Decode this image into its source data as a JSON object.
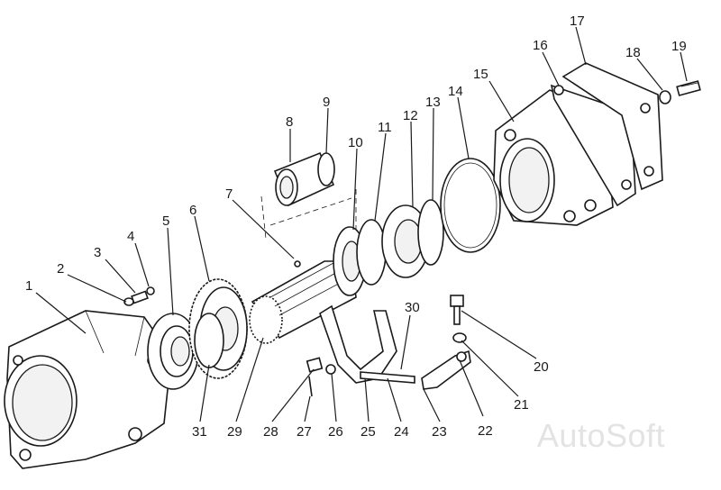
{
  "labels": {
    "n1": "1",
    "n2": "2",
    "n3": "3",
    "n4": "4",
    "n5": "5",
    "n6": "6",
    "n7": "7",
    "n8": "8",
    "n9": "9",
    "n10": "10",
    "n11": "11",
    "n12": "12",
    "n13": "13",
    "n14": "14",
    "n15": "15",
    "n16": "16",
    "n17": "17",
    "n18": "18",
    "n19": "19",
    "n20": "20",
    "n21": "21",
    "n22": "22",
    "n23": "23",
    "n24": "24",
    "n25": "25",
    "n26": "26",
    "n27": "27",
    "n28": "28",
    "n29": "29",
    "n30": "30",
    "n31": "31"
  },
  "watermark": "AutoSoft"
}
